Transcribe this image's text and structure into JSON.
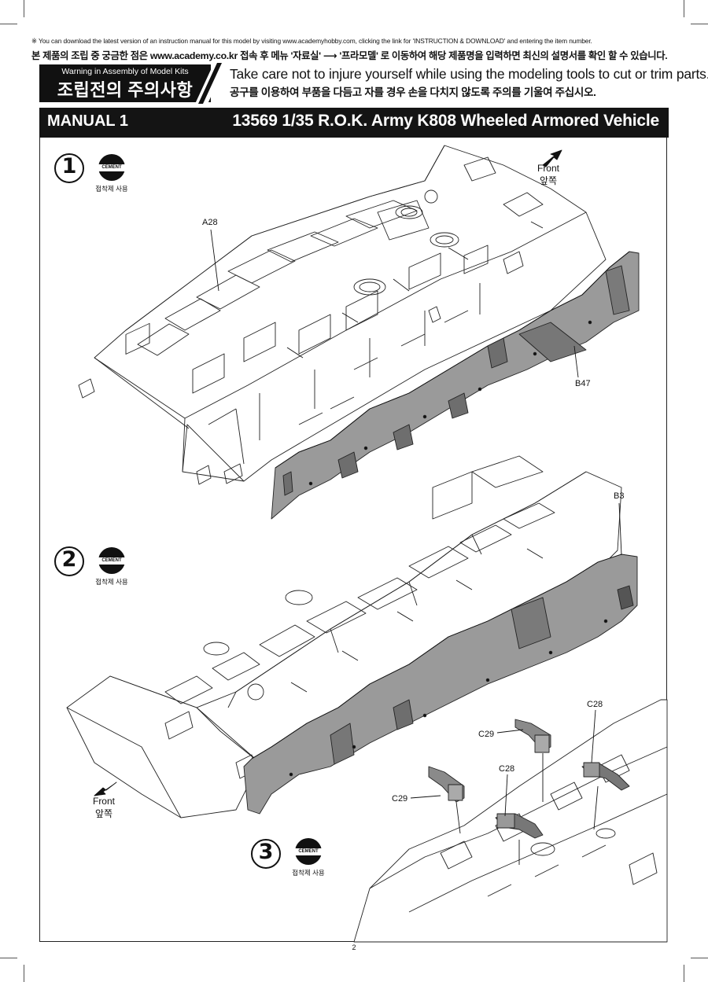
{
  "header": {
    "notice_en": "※ You can download the latest version of an instruction manual for this model by visiting www.academyhobby.com, clicking the link for 'INSTRUCTION & DOWNLOAD' and entering the item number.",
    "notice_ko": "본 제품의 조립 중 궁금한 점은 www.academy.co.kr 접속 후 메뉴 '자료실' ⟶ '프라모델' 로 이동하여 해당 제품명을 입력하면 최신의 설명서를 확인 할 수 있습니다.",
    "warning_en": "Warning in Assembly of Model Kits",
    "warning_ko": "조립전의 주의사항",
    "caution_en": "Take care not to injure yourself while using the modeling tools to cut or trim parts.",
    "caution_ko": "공구를 이용하여 부품을 다듬고 자를 경우  손을 다치지 않도록 주의를 기울여 주십시오."
  },
  "title_bar": {
    "manual": "MANUAL 1",
    "kit": "13569 1/35 R.O.K. Army K808 Wheeled Armored Vehicle"
  },
  "steps": [
    {
      "number": "1",
      "cement_badge": "CEMENT",
      "cement_caption": "접착제 사용"
    },
    {
      "number": "2",
      "cement_badge": "CEMENT",
      "cement_caption": "접착제 사용"
    },
    {
      "number": "3",
      "cement_badge": "CEMENT",
      "cement_caption": "접착제 사용"
    }
  ],
  "parts": {
    "a28": "A28",
    "b47": "B47",
    "b3": "B3",
    "c28_top": "C28",
    "c29_top": "C29",
    "c28_mid": "C28",
    "c29_mid": "C29"
  },
  "front_markers": [
    {
      "en": "Front",
      "ko": "앞쪽"
    },
    {
      "en": "Front",
      "ko": "앞쪽"
    }
  ],
  "page_number": "2",
  "colors": {
    "ink": "#111111",
    "part_gray": "#9a9a9a",
    "part_dark": "#6e6e6e"
  }
}
